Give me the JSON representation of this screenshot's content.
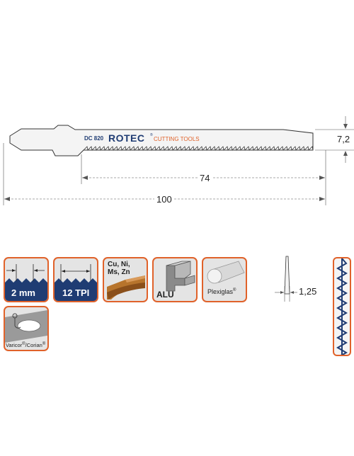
{
  "blade": {
    "model": "DC 820",
    "brand": "ROTEC",
    "brand_mark": "®",
    "tagline": "CUTTING TOOLS"
  },
  "dimensions": {
    "width": "7,2",
    "working_length": "74",
    "total_length": "100",
    "thickness": "1,25"
  },
  "icons": {
    "tooth_pitch": "2 mm",
    "tpi": "12 TPI",
    "metals_line1": "Cu, Ni,",
    "metals_line2": "Ms, Zn",
    "aluminium": "ALU",
    "plexiglas": "Plexiglas",
    "reg": "®",
    "varicor": "Varicor",
    "corian": "/Corian"
  },
  "colors": {
    "accent": "#e0622a",
    "navy": "#1f3c73",
    "blade": "#f4f4f4"
  }
}
